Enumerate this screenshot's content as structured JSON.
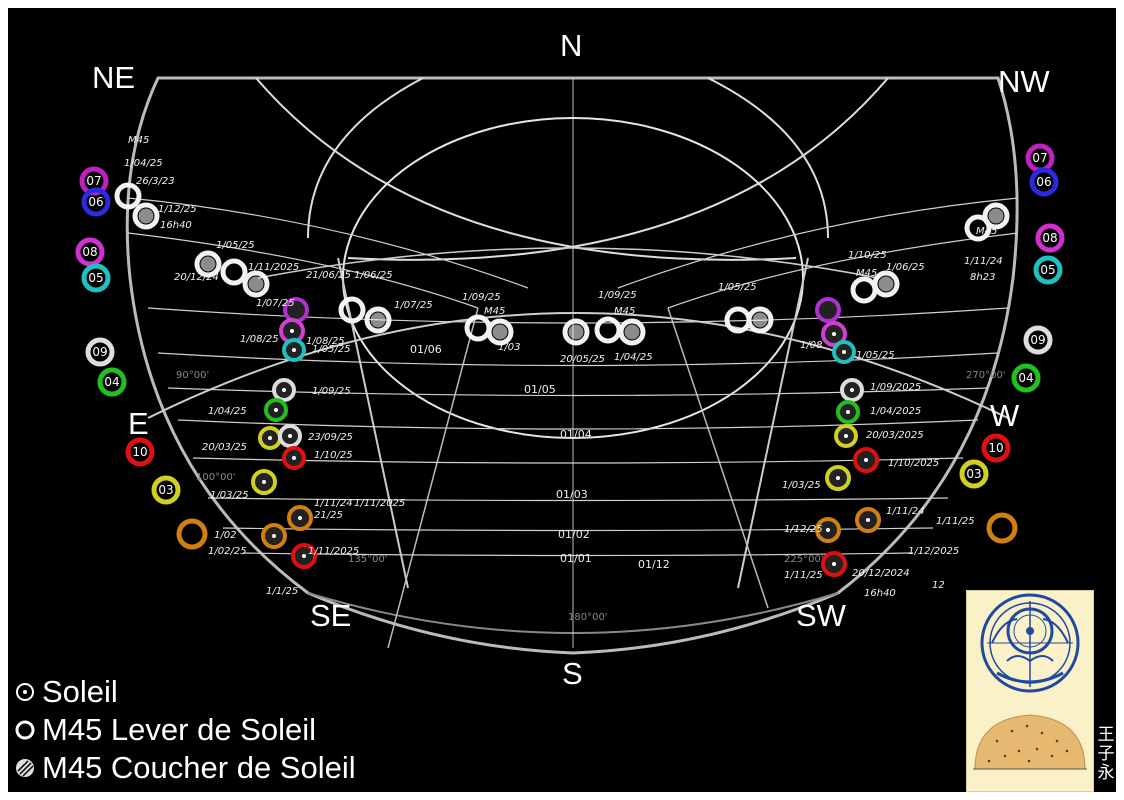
{
  "directions": {
    "n": "N",
    "ne": "NE",
    "nw": "NW",
    "e": "E",
    "w": "W",
    "se": "SE",
    "sw": "SW",
    "s": "S"
  },
  "azimuth_labels": {
    "deg90": "90°00'",
    "deg100": "100°00'",
    "deg135": "135°00'",
    "deg180": "180°00'",
    "deg225": "225°00'",
    "deg270": "270°00'"
  },
  "month_labels": [
    "07",
    "06",
    "08",
    "05",
    "09",
    "04",
    "10",
    "03",
    "07",
    "06",
    "08",
    "05",
    "09",
    "04",
    "10",
    "03"
  ],
  "meridian_labels": [
    "01/06",
    "01/05",
    "01/04",
    "01/03",
    "01/02",
    "01/01",
    "01/12"
  ],
  "date_annotations": [
    "M45",
    "1/04/25",
    "26/3/23",
    "1/12/25",
    "16h40",
    "1/05/25",
    "20/12/24",
    "1/11/2025",
    "21/06/25",
    "1/06/25",
    "1/07/25",
    "1/07/25",
    "1/08/25",
    "1/08/25",
    "1/05/25",
    "1/03",
    "1/09/25",
    "M45",
    "20/05/25",
    "1/04/25",
    "1/09/25",
    "M45",
    "1/05/25",
    "1/10/25",
    "M45",
    "1/06/25",
    "1/08",
    "1/05/25",
    "1/09/25",
    "1/04/25",
    "20/03/25",
    "23/09/25",
    "1/10/25",
    "1/09/2025",
    "1/04/2025",
    "20/03/2025",
    "1/10/2025",
    "1/03/25",
    "1/03/25",
    "1/11/24",
    "21/25",
    "1/11/2025",
    "1/11/24",
    "1/11/25",
    "1/02/25",
    "1/12/25",
    "1/1/25",
    "20/12/2024",
    "16h40",
    "12",
    "1/11/2025",
    "1/12/2025",
    "1/11/25",
    "M45",
    "1/11/24",
    "8h23",
    "1/02"
  ],
  "legend": {
    "soleil": "Soleil",
    "lever": "M45 Lever de Soleil",
    "coucher": "M45 Coucher de Soleil"
  },
  "signature": "王子永",
  "colors": {
    "background": "#000000",
    "lines": "#e6e6e6",
    "month_07": "#c020c0",
    "month_06": "#2a2ae0",
    "month_08": "#d030d0",
    "month_05": "#20c0c0",
    "month_09": "#dddddd",
    "month_04": "#20c020",
    "month_10": "#e01010",
    "month_03": "#d0d020",
    "month_02": "#d08010",
    "month_01": "#e03030",
    "inset_bg": "#fbf1c9",
    "inset_blue": "#1f4aa0"
  }
}
